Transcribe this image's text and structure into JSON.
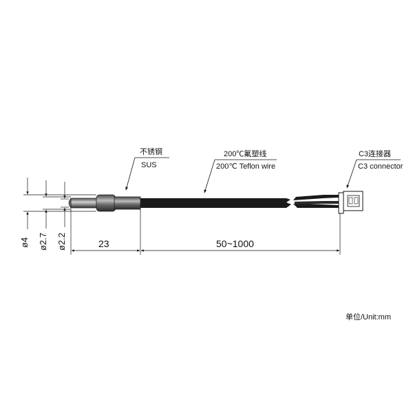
{
  "callouts": {
    "sus_cn": "不锈钢",
    "sus_en": "SUS",
    "wire_cn": "200℃氟塑线",
    "wire_en": "200℃ Teflon wire",
    "conn_cn": "C3连接器",
    "conn_en": "C3 connector"
  },
  "dimensions": {
    "d4": "ø4",
    "d27": "ø2.7",
    "d22": "ø2.2",
    "len_probe": "23",
    "len_wire": "50~1000"
  },
  "unit": "单位/Unit:mm",
  "colors": {
    "ink": "#111111",
    "cable": "#1a1a1a",
    "metal_dark": "#3a3a3a",
    "metal_light": "#bdbdbd"
  }
}
